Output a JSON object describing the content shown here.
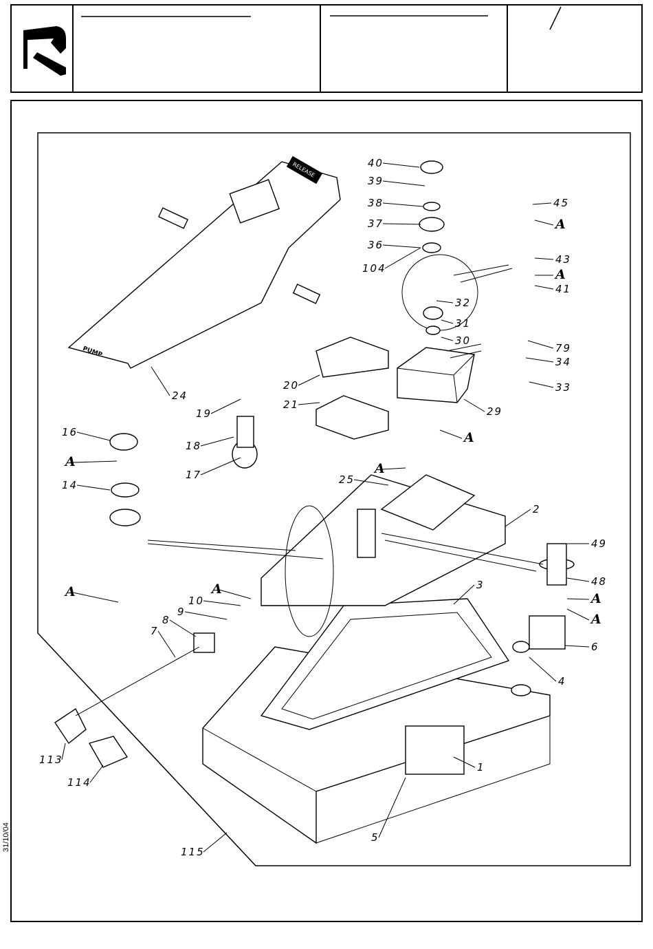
{
  "header": {
    "logo": "R",
    "revision_mark": "/"
  },
  "footer": {
    "date": "31/10/04"
  },
  "pedal_text": {
    "release": "RELEASE",
    "pump": "PUMP"
  },
  "callouts": [
    {
      "id": "40",
      "t": "40"
    },
    {
      "id": "39",
      "t": "39"
    },
    {
      "id": "38",
      "t": "38"
    },
    {
      "id": "37",
      "t": "37"
    },
    {
      "id": "36",
      "t": "36"
    },
    {
      "id": "104",
      "t": "104"
    },
    {
      "id": "45",
      "t": "45"
    },
    {
      "id": "A1",
      "t": "A"
    },
    {
      "id": "43",
      "t": "43"
    },
    {
      "id": "A2",
      "t": "A"
    },
    {
      "id": "41",
      "t": "41"
    },
    {
      "id": "32",
      "t": "32"
    },
    {
      "id": "31",
      "t": "31"
    },
    {
      "id": "30",
      "t": "30"
    },
    {
      "id": "79",
      "t": "79"
    },
    {
      "id": "34",
      "t": "34"
    },
    {
      "id": "33",
      "t": "33"
    },
    {
      "id": "29",
      "t": "29"
    },
    {
      "id": "20",
      "t": "20"
    },
    {
      "id": "21",
      "t": "21"
    },
    {
      "id": "24",
      "t": "24"
    },
    {
      "id": "19",
      "t": "19"
    },
    {
      "id": "18",
      "t": "18"
    },
    {
      "id": "17",
      "t": "17"
    },
    {
      "id": "16",
      "t": "16"
    },
    {
      "id": "A3",
      "t": "A"
    },
    {
      "id": "14",
      "t": "14"
    },
    {
      "id": "A4",
      "t": "A"
    },
    {
      "id": "A5",
      "t": "A"
    },
    {
      "id": "25",
      "t": "25"
    },
    {
      "id": "2",
      "t": "2"
    },
    {
      "id": "49",
      "t": "49"
    },
    {
      "id": "48",
      "t": "48"
    },
    {
      "id": "A6",
      "t": "A"
    },
    {
      "id": "A7",
      "t": "A"
    },
    {
      "id": "A8",
      "t": "A"
    },
    {
      "id": "10",
      "t": "10"
    },
    {
      "id": "A9",
      "t": "A"
    },
    {
      "id": "9",
      "t": "9"
    },
    {
      "id": "8",
      "t": "8"
    },
    {
      "id": "7",
      "t": "7"
    },
    {
      "id": "3",
      "t": "3"
    },
    {
      "id": "6",
      "t": "6"
    },
    {
      "id": "4",
      "t": "4"
    },
    {
      "id": "1",
      "t": "1"
    },
    {
      "id": "113",
      "t": "113"
    },
    {
      "id": "114",
      "t": "114"
    },
    {
      "id": "5",
      "t": "5"
    },
    {
      "id": "115",
      "t": "115"
    }
  ]
}
